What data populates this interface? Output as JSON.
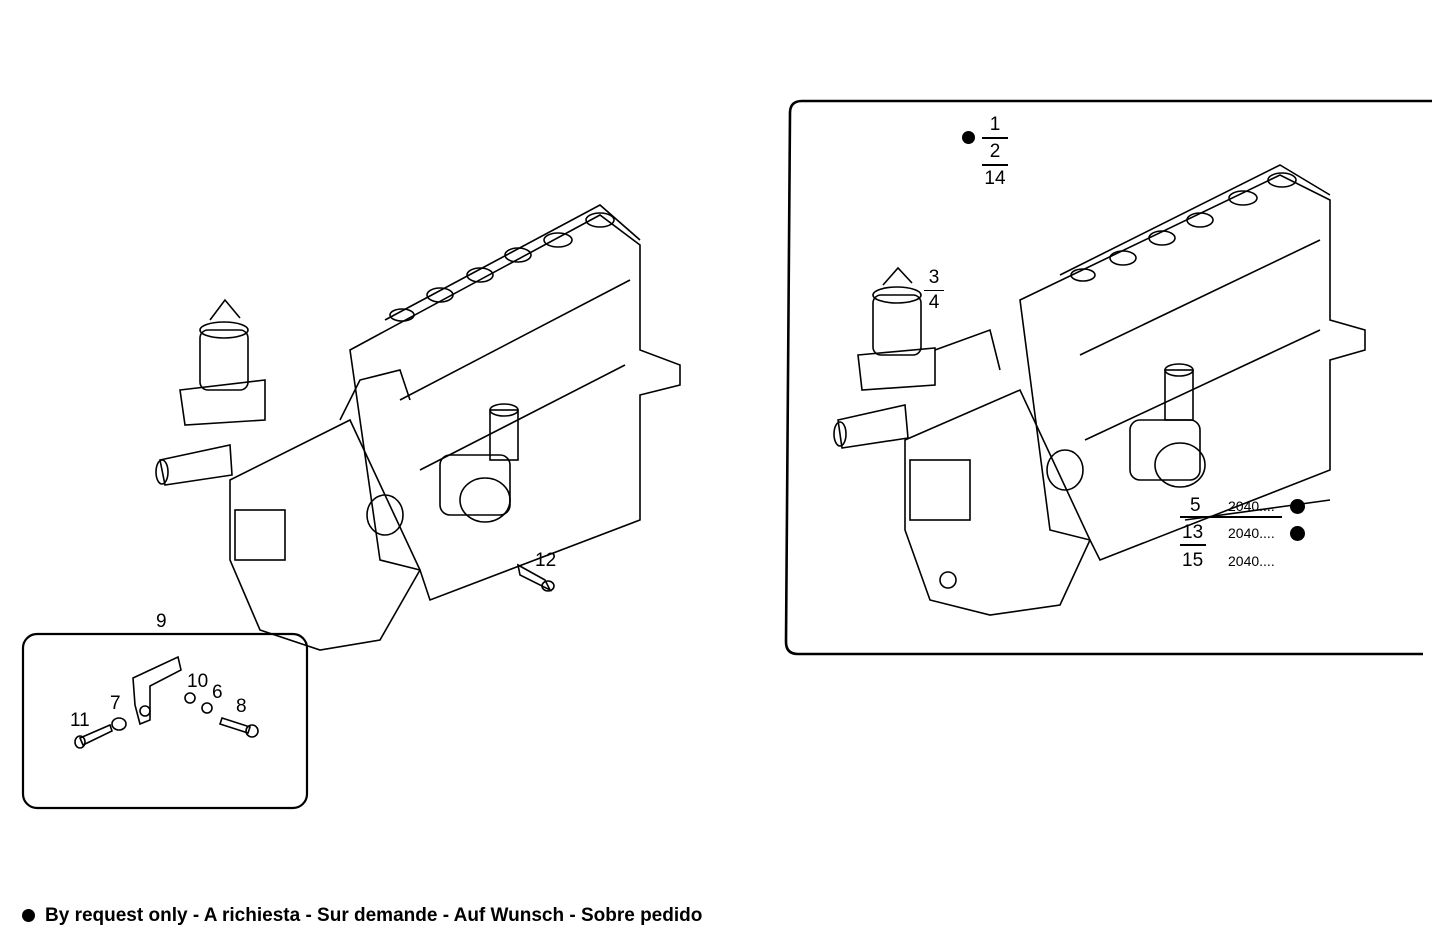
{
  "left_diagram": {
    "callouts": {
      "item_12": "12",
      "item_9": "9"
    },
    "kit_box": {
      "items": [
        "11",
        "7",
        "10",
        "6",
        "8"
      ]
    }
  },
  "right_diagram": {
    "stack_top": [
      "1",
      "2",
      "14"
    ],
    "stack_left": [
      "3",
      "4"
    ],
    "variants": [
      {
        "item": "5",
        "code": "2040....",
        "by_request": true
      },
      {
        "item": "13",
        "code": "2040....",
        "by_request": true
      },
      {
        "item": "15",
        "code": "2040....",
        "by_request": false
      }
    ]
  },
  "legend": {
    "icon": "filled-circle-icon",
    "text": "By request only - A richiesta - Sur demande - Auf Wunsch - Sobre pedido"
  },
  "colors": {
    "ink": "#000000",
    "paper": "#ffffff"
  }
}
